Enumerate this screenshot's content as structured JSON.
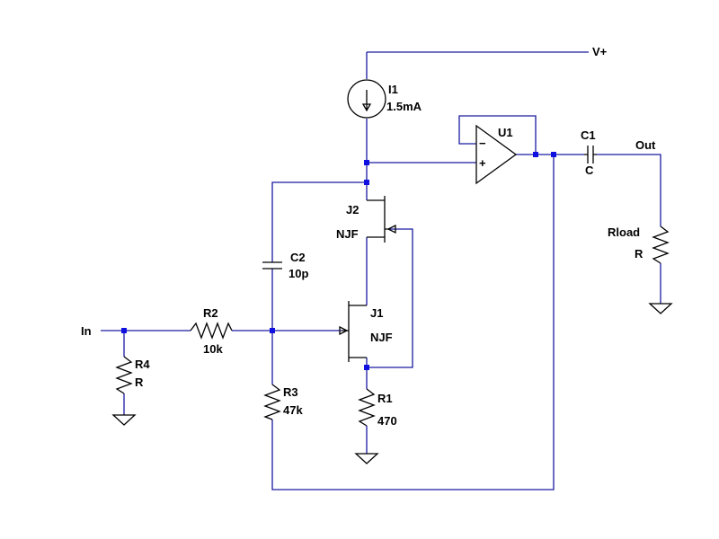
{
  "labels": {
    "vplus": "V+",
    "i1_name": "I1",
    "i1_value": "1.5mA",
    "u1_name": "U1",
    "u1_minus": "−",
    "u1_plus": "+",
    "c1_name": "C1",
    "c1_value": "C",
    "out": "Out",
    "rload_name": "Rload",
    "rload_value": "R",
    "j2_name": "J2",
    "j2_model": "NJF",
    "c2_name": "C2",
    "c2_value": "10p",
    "j1_name": "J1",
    "j1_model": "NJF",
    "in": "In",
    "r2_name": "R2",
    "r2_value": "10k",
    "r4_name": "R4",
    "r4_value": "R",
    "r3_name": "R3",
    "r3_value": "47k",
    "r1_name": "R1",
    "r1_value": "470"
  },
  "colors": {
    "wire": "#1a1aa0",
    "junction": "#1010e0",
    "component": "#000000"
  }
}
